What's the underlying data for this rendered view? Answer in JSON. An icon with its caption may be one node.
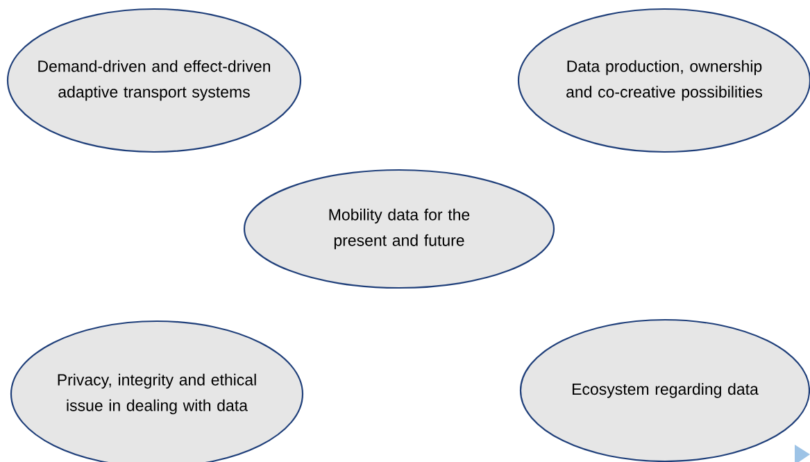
{
  "diagram": {
    "nodes": [
      {
        "text": [
          "Demand-driven and effect-driven adaptive transport systems"
        ]
      },
      {
        "text": [
          "Data production, ownership and co-creative possibilities"
        ]
      },
      {
        "text": [
          "Mobility data for the present and future"
        ]
      },
      {
        "text": [
          "Privacy, integrity and ethical issue in dealing with data"
        ]
      },
      {
        "text": [
          "Ecosystem regarding data"
        ]
      }
    ]
  }
}
